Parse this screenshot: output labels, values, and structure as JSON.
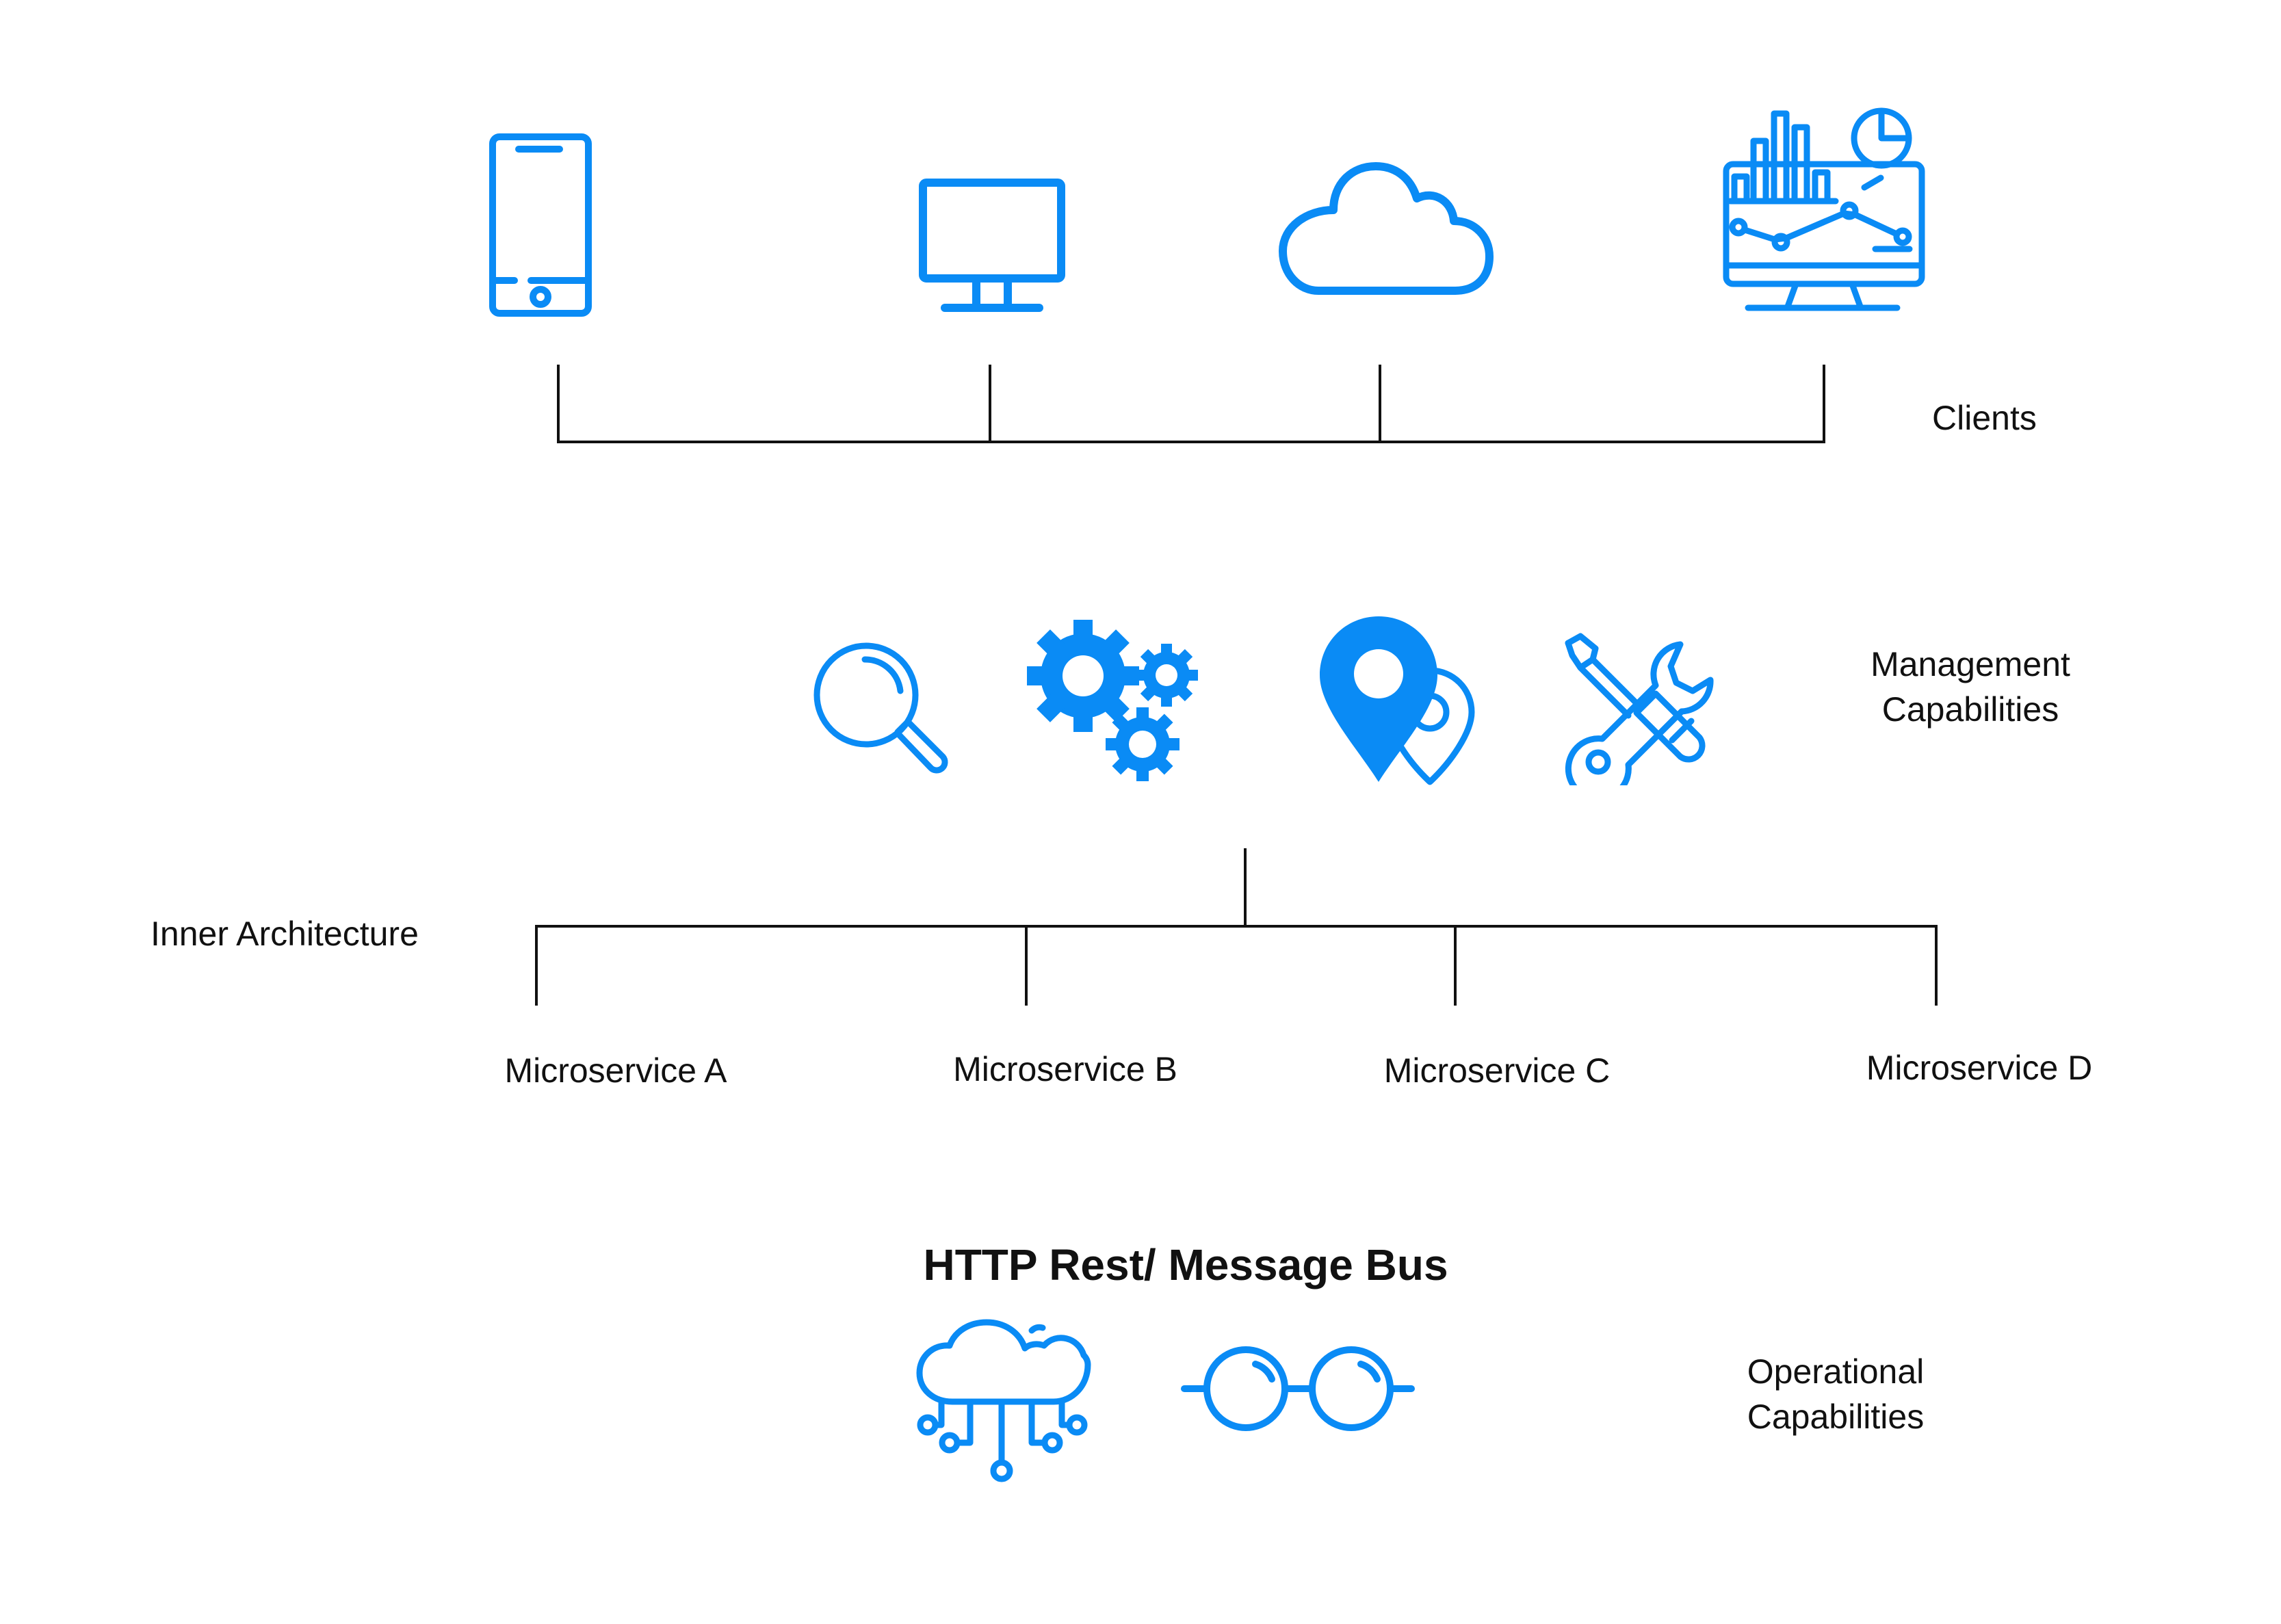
{
  "colors": {
    "accent": "#0A8BF5",
    "line": "#111111"
  },
  "clients": {
    "label": "Clients",
    "icons": [
      "smartphone-icon",
      "desktop-monitor-icon",
      "cloud-icon",
      "analytics-dashboard-icon"
    ]
  },
  "management": {
    "label_line1": "Management",
    "label_line2": "Capabilities",
    "icons": [
      "magnifier-icon",
      "gears-icon",
      "location-pins-icon",
      "wrench-screwdriver-icon"
    ]
  },
  "inner": {
    "label": "Inner Architecture",
    "services": [
      "Microservice A",
      "Microservice B",
      "Microservice C",
      "Microservice D"
    ]
  },
  "operational": {
    "heading": "HTTP Rest/ Message Bus",
    "label_line1": "Operational",
    "label_line2": "Capabilities",
    "icons": [
      "cloud-network-icon",
      "glasses-icon"
    ]
  }
}
